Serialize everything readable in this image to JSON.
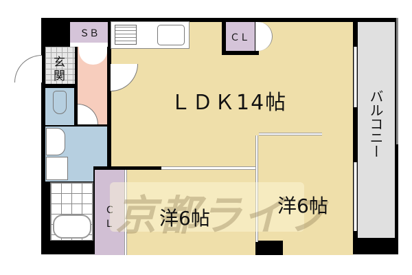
{
  "plan": {
    "rooms": {
      "ldk": {
        "label": "ＬＤＫ14帖",
        "color": "#efdfaa"
      },
      "western_left": {
        "label": "洋6帖",
        "color": "#efdfaa"
      },
      "western_right": {
        "label": "洋6帖",
        "color": "#efdfaa"
      },
      "balcony": {
        "label": "バルコニー",
        "color": "#e0e0e0"
      },
      "storage_sb": {
        "label": "ＳＢ",
        "color": "#d5c4d9"
      },
      "closet_ldk": {
        "label": "ＣＬ",
        "color": "#d5c4d9"
      },
      "closet_western": {
        "label_c": "C",
        "label_l": "L",
        "color": "#d1bfd4"
      },
      "entrance": {
        "label_1": "玄",
        "label_2": "関",
        "color": "#e8e8e8"
      },
      "hallway": {
        "color": "#f7cdbd"
      },
      "toilet": {
        "color": "#b6cfe0"
      },
      "washroom": {
        "color": "#b6cfe0"
      },
      "bathroom": {
        "color": "#ffffff"
      }
    },
    "watermark": "京都ライフ"
  }
}
